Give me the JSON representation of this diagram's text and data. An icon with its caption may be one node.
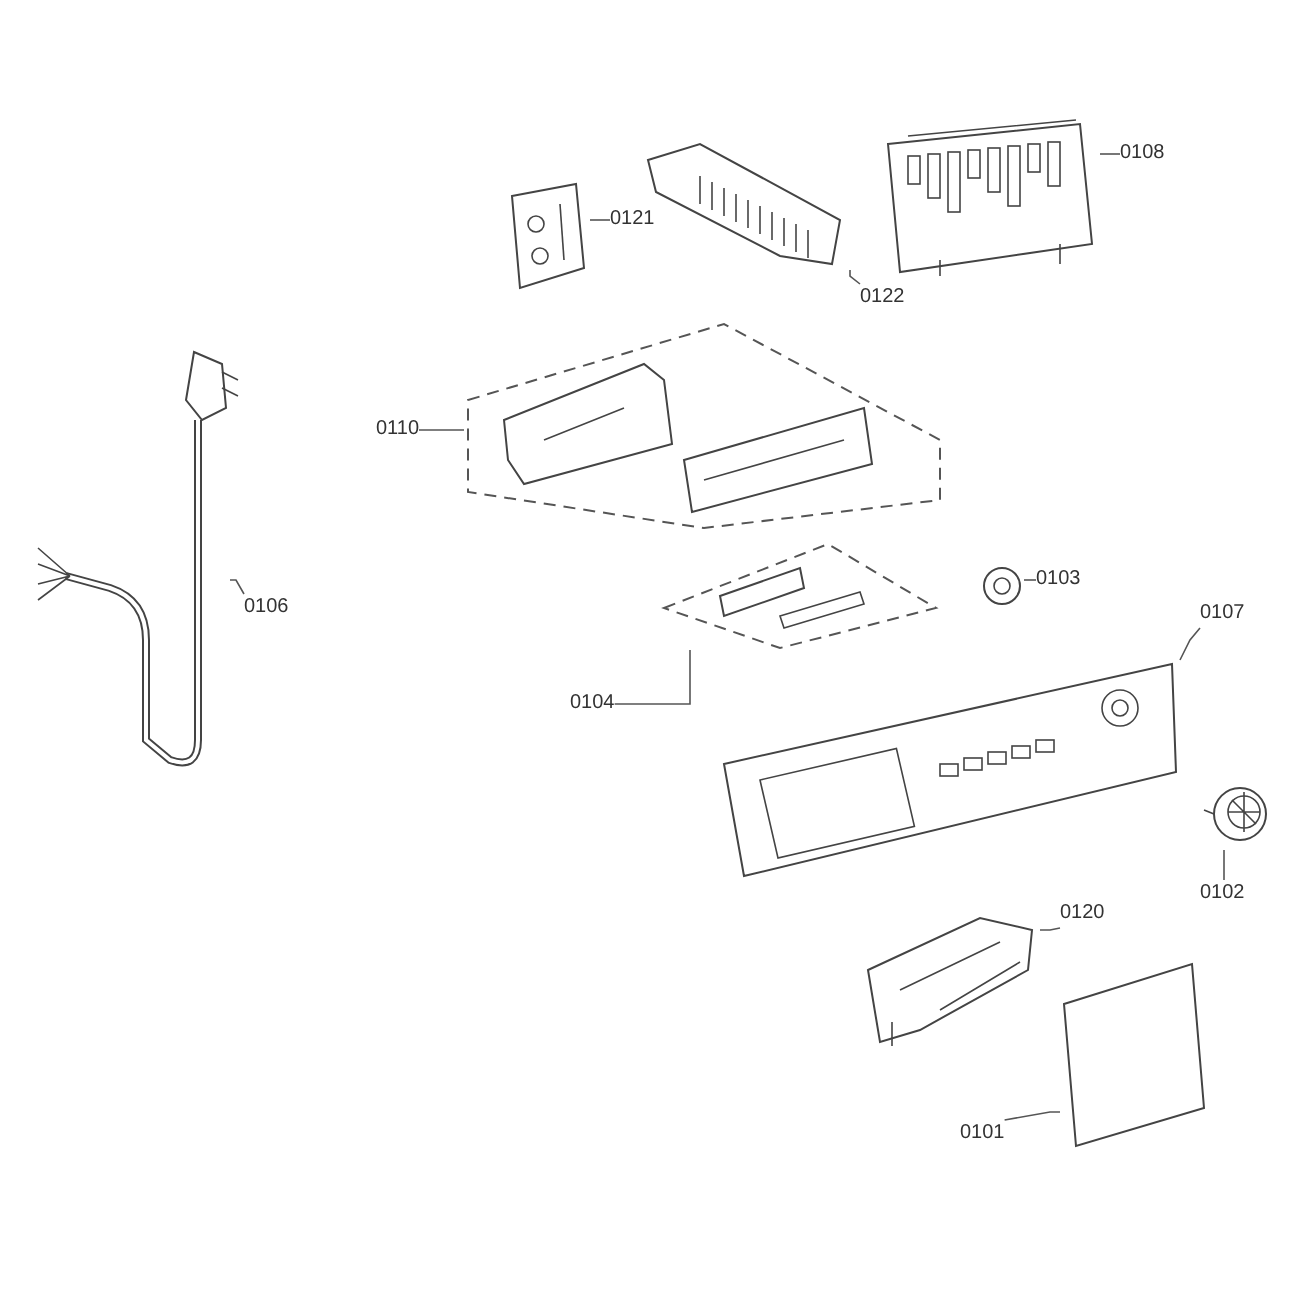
{
  "diagram": {
    "nodes": [
      {
        "text": [
          "0108"
        ]
      },
      {
        "text": [],
        "shape": "picture"
      },
      {
        "text": [
          "0121"
        ]
      },
      {
        "text": [],
        "shape": "picture"
      },
      {
        "text": [
          "0122"
        ]
      },
      {
        "text": [],
        "shape": "picture"
      },
      {
        "text": [
          "0110"
        ]
      },
      {
        "text": [],
        "shape": "picture"
      },
      {
        "text": [
          "0106"
        ]
      },
      {
        "text": [],
        "shape": "picture"
      },
      {
        "text": [
          "0103"
        ]
      },
      {
        "text": [],
        "shape": "picture"
      },
      {
        "text": [
          "0107"
        ]
      },
      {
        "text": [],
        "shape": "picture"
      },
      {
        "text": [
          "0104"
        ]
      },
      {
        "text": [],
        "shape": "picture"
      },
      {
        "text": [
          "0102"
        ]
      },
      {
        "text": [],
        "shape": "picture"
      },
      {
        "text": [
          "0120"
        ]
      },
      {
        "text": [],
        "shape": "picture"
      },
      {
        "text": [
          "0101"
        ]
      },
      {
        "text": [],
        "shape": "picture"
      }
    ],
    "edges": [
      {
        "from": 0,
        "to": 1,
        "arrow": "none"
      },
      {
        "from": 2,
        "to": 3,
        "arrow": "none"
      },
      {
        "from": 4,
        "to": 5,
        "arrow": "none"
      },
      {
        "from": 6,
        "to": 7,
        "arrow": "none"
      },
      {
        "from": 8,
        "to": 9,
        "arrow": "none"
      },
      {
        "from": 10,
        "to": 11,
        "arrow": "none"
      },
      {
        "from": 12,
        "to": 13,
        "arrow": "none"
      },
      {
        "from": 14,
        "to": 15,
        "arrow": "none"
      },
      {
        "from": 16,
        "to": 17,
        "arrow": "none"
      },
      {
        "from": 18,
        "to": 19,
        "arrow": "none"
      },
      {
        "from": 20,
        "to": 21,
        "arrow": "none"
      }
    ]
  }
}
